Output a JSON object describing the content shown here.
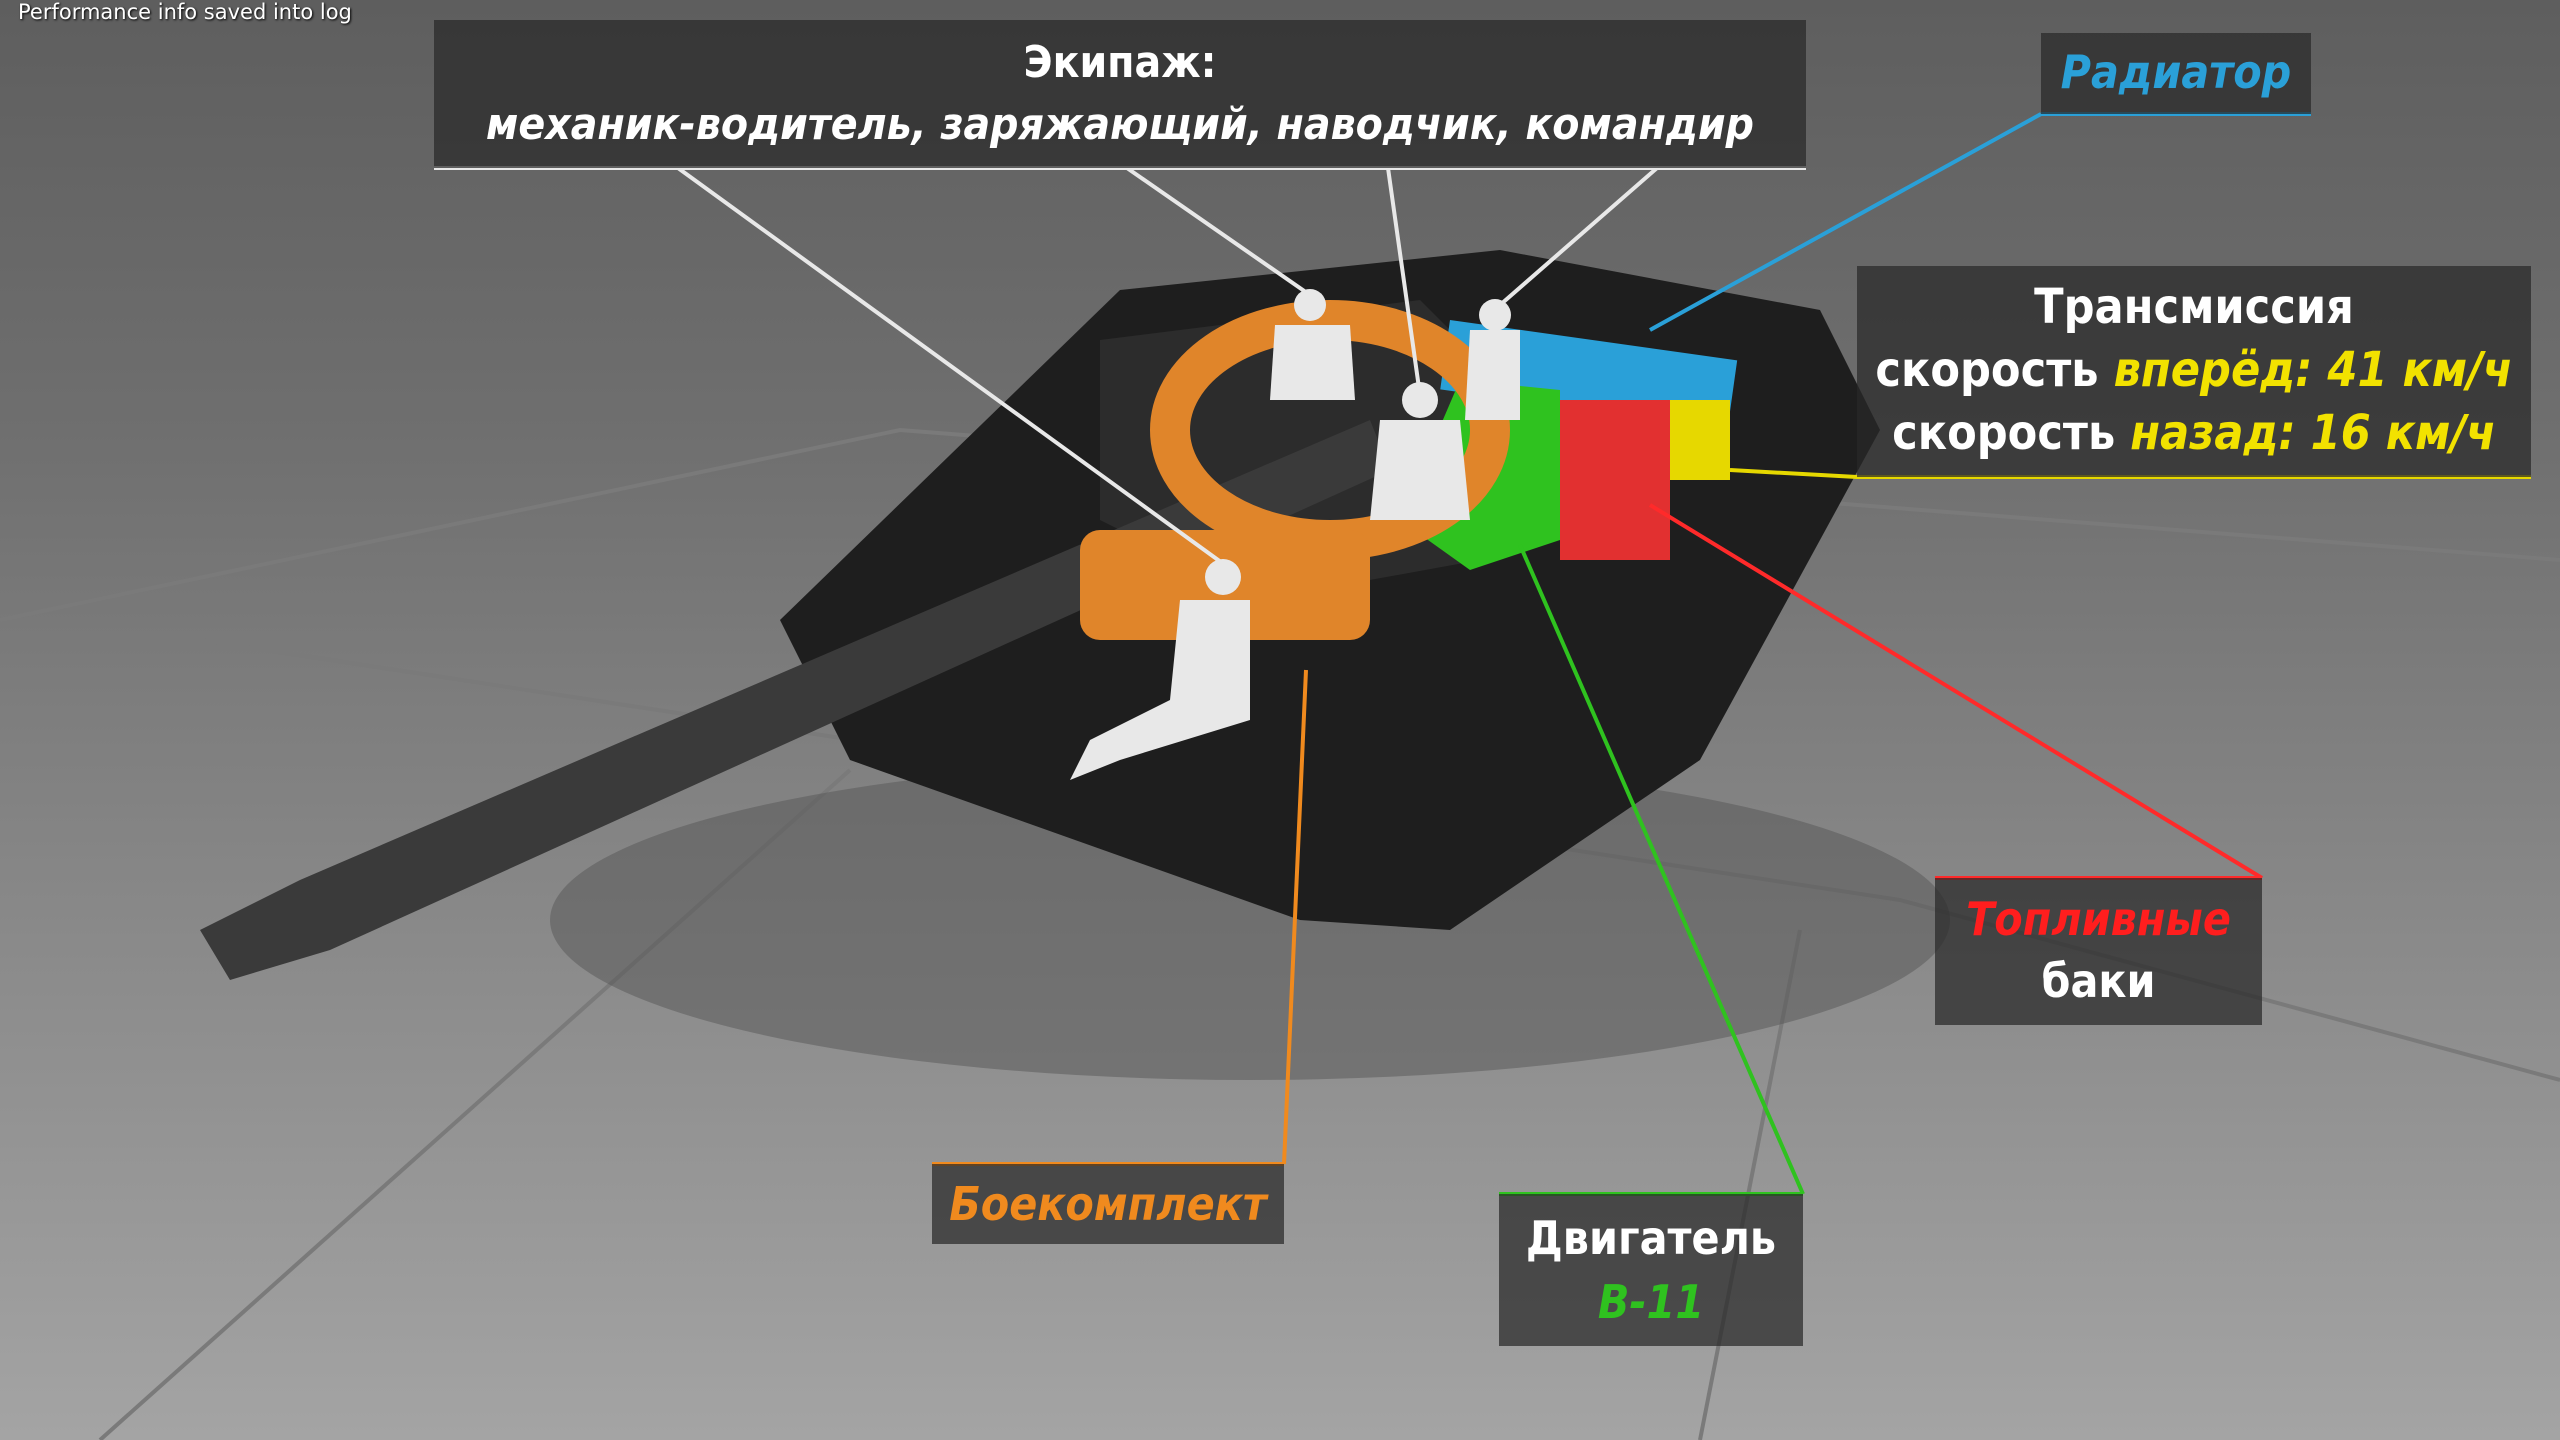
{
  "overlay": {
    "perf_message": "Performance info saved into log"
  },
  "labels": {
    "crew": {
      "title": "Экипаж:",
      "members": "механик-водитель, заряжающий, наводчик, командир"
    },
    "radiator": {
      "title": "Радиатор"
    },
    "transmission": {
      "title": "Трансмиссия",
      "forward_prefix": "скорость",
      "forward_value": "вперёд: 41 км/ч",
      "reverse_prefix": "скорость",
      "reverse_value": "назад: 16 км/ч"
    },
    "fuel": {
      "title": "Топливные",
      "subtitle": "баки"
    },
    "engine": {
      "title": "Двигатель",
      "model": "В-11"
    },
    "ammo": {
      "title": "Боекомплект"
    }
  },
  "colors": {
    "crew": "#ffffff",
    "radiator": "#2aa0d8",
    "transmission": "#f2e200",
    "fuel": "#ff1e1e",
    "engine": "#2fc21f",
    "ammo": "#f08a1e"
  }
}
